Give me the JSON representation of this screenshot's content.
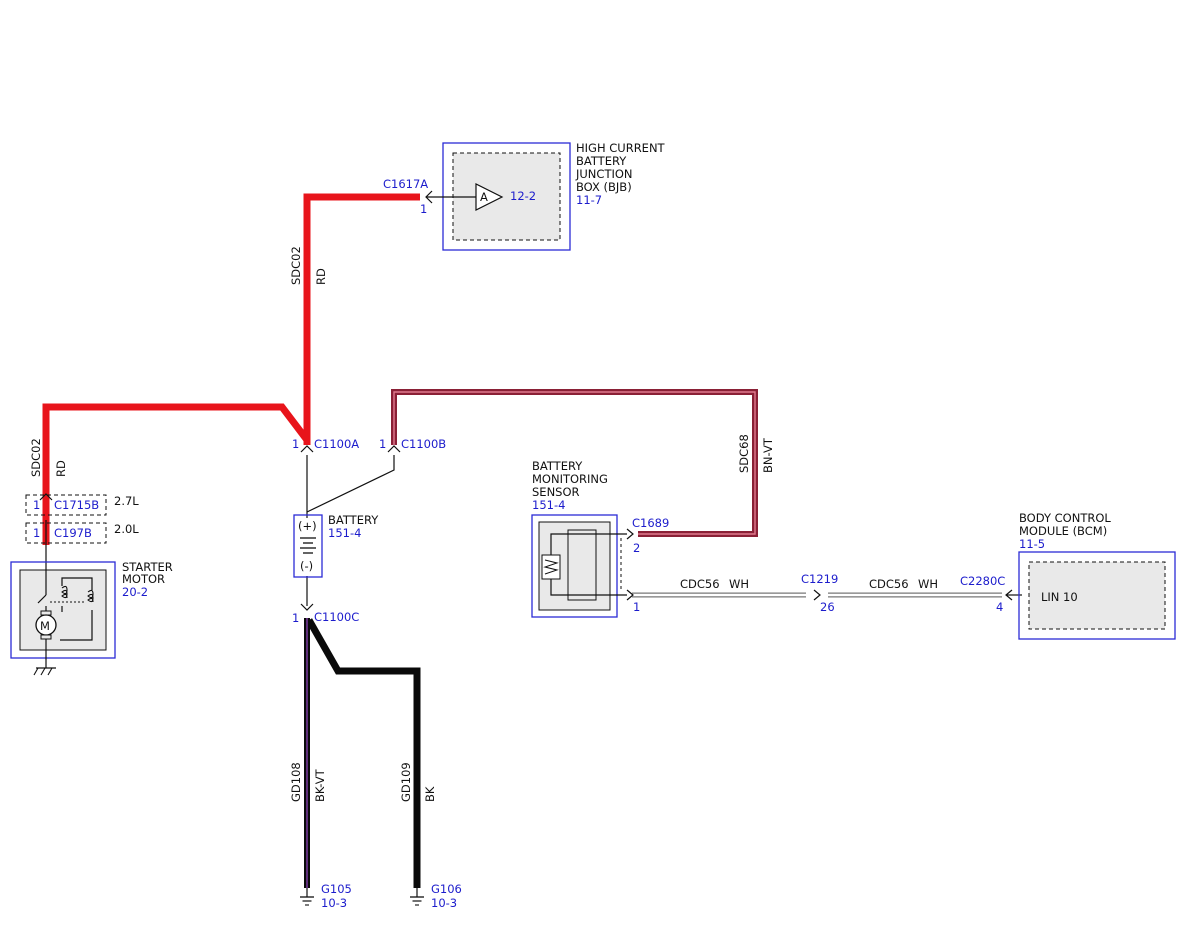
{
  "colors": {
    "wire_red": "#e8141b",
    "wire_black": "#0a0a0a",
    "wire_brown_violet": "#8a2036",
    "wire_bk_vt_stripe": "#7a3aa0",
    "wire_white": "#ffffff",
    "component_frame": "#2b2bd6",
    "connector_text": "#1c1ccc"
  },
  "components": {
    "bjb": {
      "name_lines": [
        "HIGH CURRENT",
        "BATTERY",
        "JUNCTION",
        "BOX (BJB)"
      ],
      "ref": "11-7",
      "internal_symbol": "A",
      "internal_ref": "12-2"
    },
    "starter": {
      "name_lines": [
        "STARTER",
        "MOTOR"
      ],
      "ref": "20-2"
    },
    "battery": {
      "name": "BATTERY",
      "ref": "151-4",
      "plus": "(+)",
      "minus": "(-)"
    },
    "bms": {
      "name_lines": [
        "BATTERY",
        "MONITORING",
        "SENSOR"
      ],
      "ref": "151-4"
    },
    "bcm": {
      "name_lines": [
        "BODY CONTROL",
        "MODULE (BCM)"
      ],
      "ref": "11-5",
      "pin_label": "LIN 10"
    }
  },
  "connectors": {
    "c1617a": {
      "id": "C1617A",
      "pin": "1"
    },
    "c1100a": {
      "id": "C1100A",
      "pin": "1"
    },
    "c1100b": {
      "id": "C1100B",
      "pin": "1"
    },
    "c1100c": {
      "id": "C1100C",
      "pin": "1"
    },
    "c1715b": {
      "id": "C1715B",
      "pin": "1",
      "variant": "2.7L"
    },
    "c197b": {
      "id": "C197B",
      "pin": "1",
      "variant": "2.0L"
    },
    "c1689": {
      "id": "C1689",
      "pin_upper": "2",
      "pin_lower": "1"
    },
    "c1219": {
      "id": "C1219",
      "pin": "26"
    },
    "c2280c": {
      "id": "C2280C",
      "pin": "4"
    }
  },
  "wires": {
    "sdc02_bjb": {
      "circuit": "SDC02",
      "color_code": "RD"
    },
    "sdc02_starter": {
      "circuit": "SDC02",
      "color_code": "RD"
    },
    "sdc68": {
      "circuit": "SDC68",
      "color_code": "BN-VT"
    },
    "cdc56_a": {
      "circuit": "CDC56",
      "color_code": "WH"
    },
    "cdc56_b": {
      "circuit": "CDC56",
      "color_code": "WH"
    },
    "gd108": {
      "circuit": "GD108",
      "color_code": "BK-VT"
    },
    "gd109": {
      "circuit": "GD109",
      "color_code": "BK"
    }
  },
  "grounds": {
    "g105": {
      "id": "G105",
      "ref": "10-3"
    },
    "g106": {
      "id": "G106",
      "ref": "10-3"
    }
  }
}
